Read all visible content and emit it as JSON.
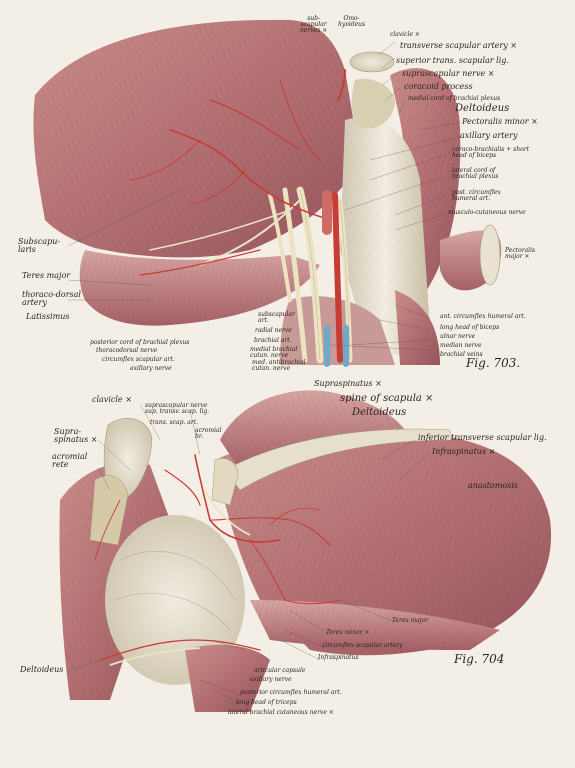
{
  "fig703": {
    "caption": "Fig. 703.",
    "labels": {
      "subscapular_nerves": "sub-\nscapular\nnerves ×",
      "omohyoideus": "Omo-\nhyoideus",
      "clavicle": "clavicle ×",
      "transverse_scapular_artery": "transverse scapular artery ×",
      "superior_trans_scapular_lig": "superior trans. scapular lig.",
      "suprascapular_nerve": "suprascapular nerve ×",
      "coracoid_process": "coracoid process",
      "medial_cord": "medial cord of brachial plexus",
      "deltoideus": "Deltoideus",
      "pectoralis_minor": "Pectoralis minor ×",
      "axillary_artery": "axillary artery",
      "coraco_brachialis": "coraco-brachialis + short\nhead of biceps",
      "lateral_cord": "lateral cord of\nbrachial plexus",
      "post_circumflex": "post. circumflex\nhumeral art.",
      "musculo_cutaneous": "musculo-cutaneous nerve",
      "subscapularis": "Subscapu-\nlaris",
      "pectoralis_major": "Pectoralis\nmajor ×",
      "teres_major": "Teres major",
      "thoraco_dorsal_artery": "thoraco-dorsal\nartery",
      "latissimus": "Latissimus",
      "subscapular_art": "subscapular\nart.",
      "radial_nerve": "radial nerve",
      "brachial_art": "brachial art.",
      "medial_brachial_cutan": "medial brachial\ncutan. nerve",
      "ant_circumflex": "ant. circumflex humeral art.",
      "long_head_biceps": "long head of biceps",
      "ulnar_nerve": "ulnar nerve",
      "median_nerve": "median nerve",
      "brachial_veins": "brachial veins",
      "posterior_cord": "posterior cord of brachial plexus",
      "thoracodorsal_nerve": "thoracodorsal nerve",
      "circumflex_scapular_art": "circumflex scapular art.",
      "axillary_nerve": "axillary nerve",
      "med_antibrachial": "med. antibrachial\ncutan. nerve"
    }
  },
  "fig704": {
    "caption": "Fig. 704",
    "labels": {
      "supraspinatus": "Supraspinatus ×",
      "spine_of_scapula": "spine of scapula ×",
      "deltoideus_top": "Deltoideus",
      "clavicle": "clavicle ×",
      "suprascapular_nerve": "suprascapular nerve\nsup. transv. scap. lig.",
      "trans_scap_art": "trans. scap. art.",
      "acromial_br": "acromial\nbr.",
      "supraspinatus_left": "Supra-\nspinatus ×",
      "acromial_rete": "acromial\nrete",
      "inferior_transverse": "inferior transverse scapular lig.",
      "infraspinatus": "Infraspinatus ×",
      "anastomosis": "anastomosis",
      "teres_major": "Teres major",
      "teres_minor": "Teres minor ×",
      "circumflex_scapular_artery": "circumflex scapular artery",
      "infraspinatus_low": "Infraspinatus",
      "deltoideus_low": "Deltoideus",
      "articular_capsule": "articular capsule",
      "axillary_nerve": "axillary nerve",
      "posterior_circumflex": "posterior circumflex humeral art.",
      "long_head_triceps": "long head of triceps",
      "lateral_brachial": "lateral brachial cutaneous nerve ×"
    }
  },
  "colors": {
    "muscle": "#b77878",
    "muscle_dark": "#8e4d52",
    "muscle_light": "#d7a7a3",
    "tendon": "#e8e2d2",
    "artery": "#c83c36",
    "vein": "#6fa8c9",
    "nerve": "#ece3c2",
    "bone": "#ddd3b4",
    "paper": "#f4efe6"
  }
}
